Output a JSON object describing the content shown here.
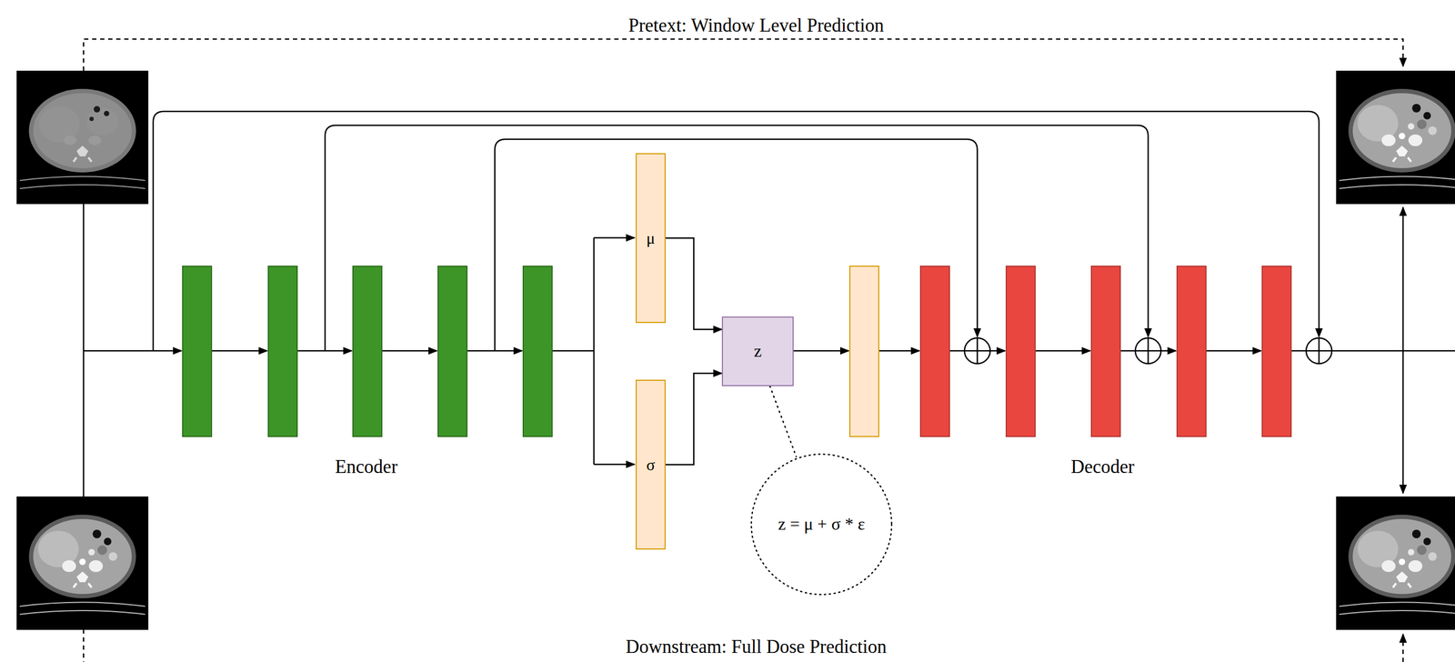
{
  "diagram": {
    "nodes": [
      {
        "text": [
          "μ"
        ]
      },
      {
        "text": [
          "σ"
        ]
      },
      {
        "text": [
          "z"
        ]
      },
      {
        "text": [
          "z = μ + σ * ε"
        ]
      }
    ],
    "edges": [
      {
        "from": 0,
        "to": 2,
        "arrow": "to"
      },
      {
        "from": 1,
        "to": 2,
        "arrow": "to"
      },
      {
        "from": 2,
        "to": 3,
        "arrow": "none"
      }
    ],
    "labels": [
      "Pretext: Window Level Prediction",
      "Encoder",
      "Decoder",
      "Downstream: Full Dose Prediction"
    ]
  }
}
